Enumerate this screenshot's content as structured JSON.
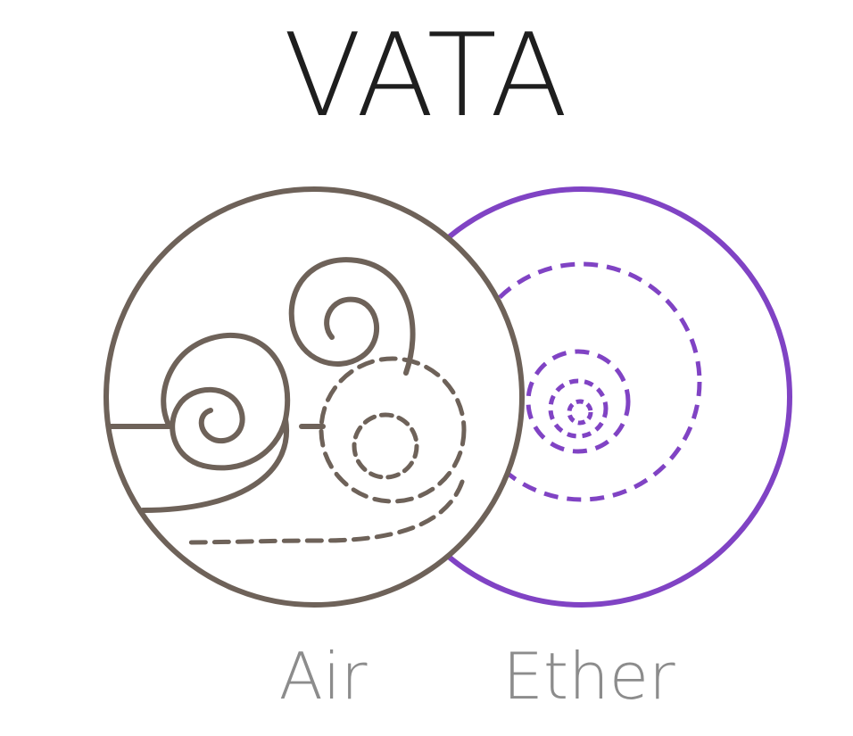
{
  "title": "VATA",
  "elements": [
    {
      "label": "Air",
      "color": "#6e6259",
      "icon": "wind-swirl-icon"
    },
    {
      "label": "Ether",
      "color": "#8043c4",
      "icon": "concentric-circles-icon"
    }
  ]
}
